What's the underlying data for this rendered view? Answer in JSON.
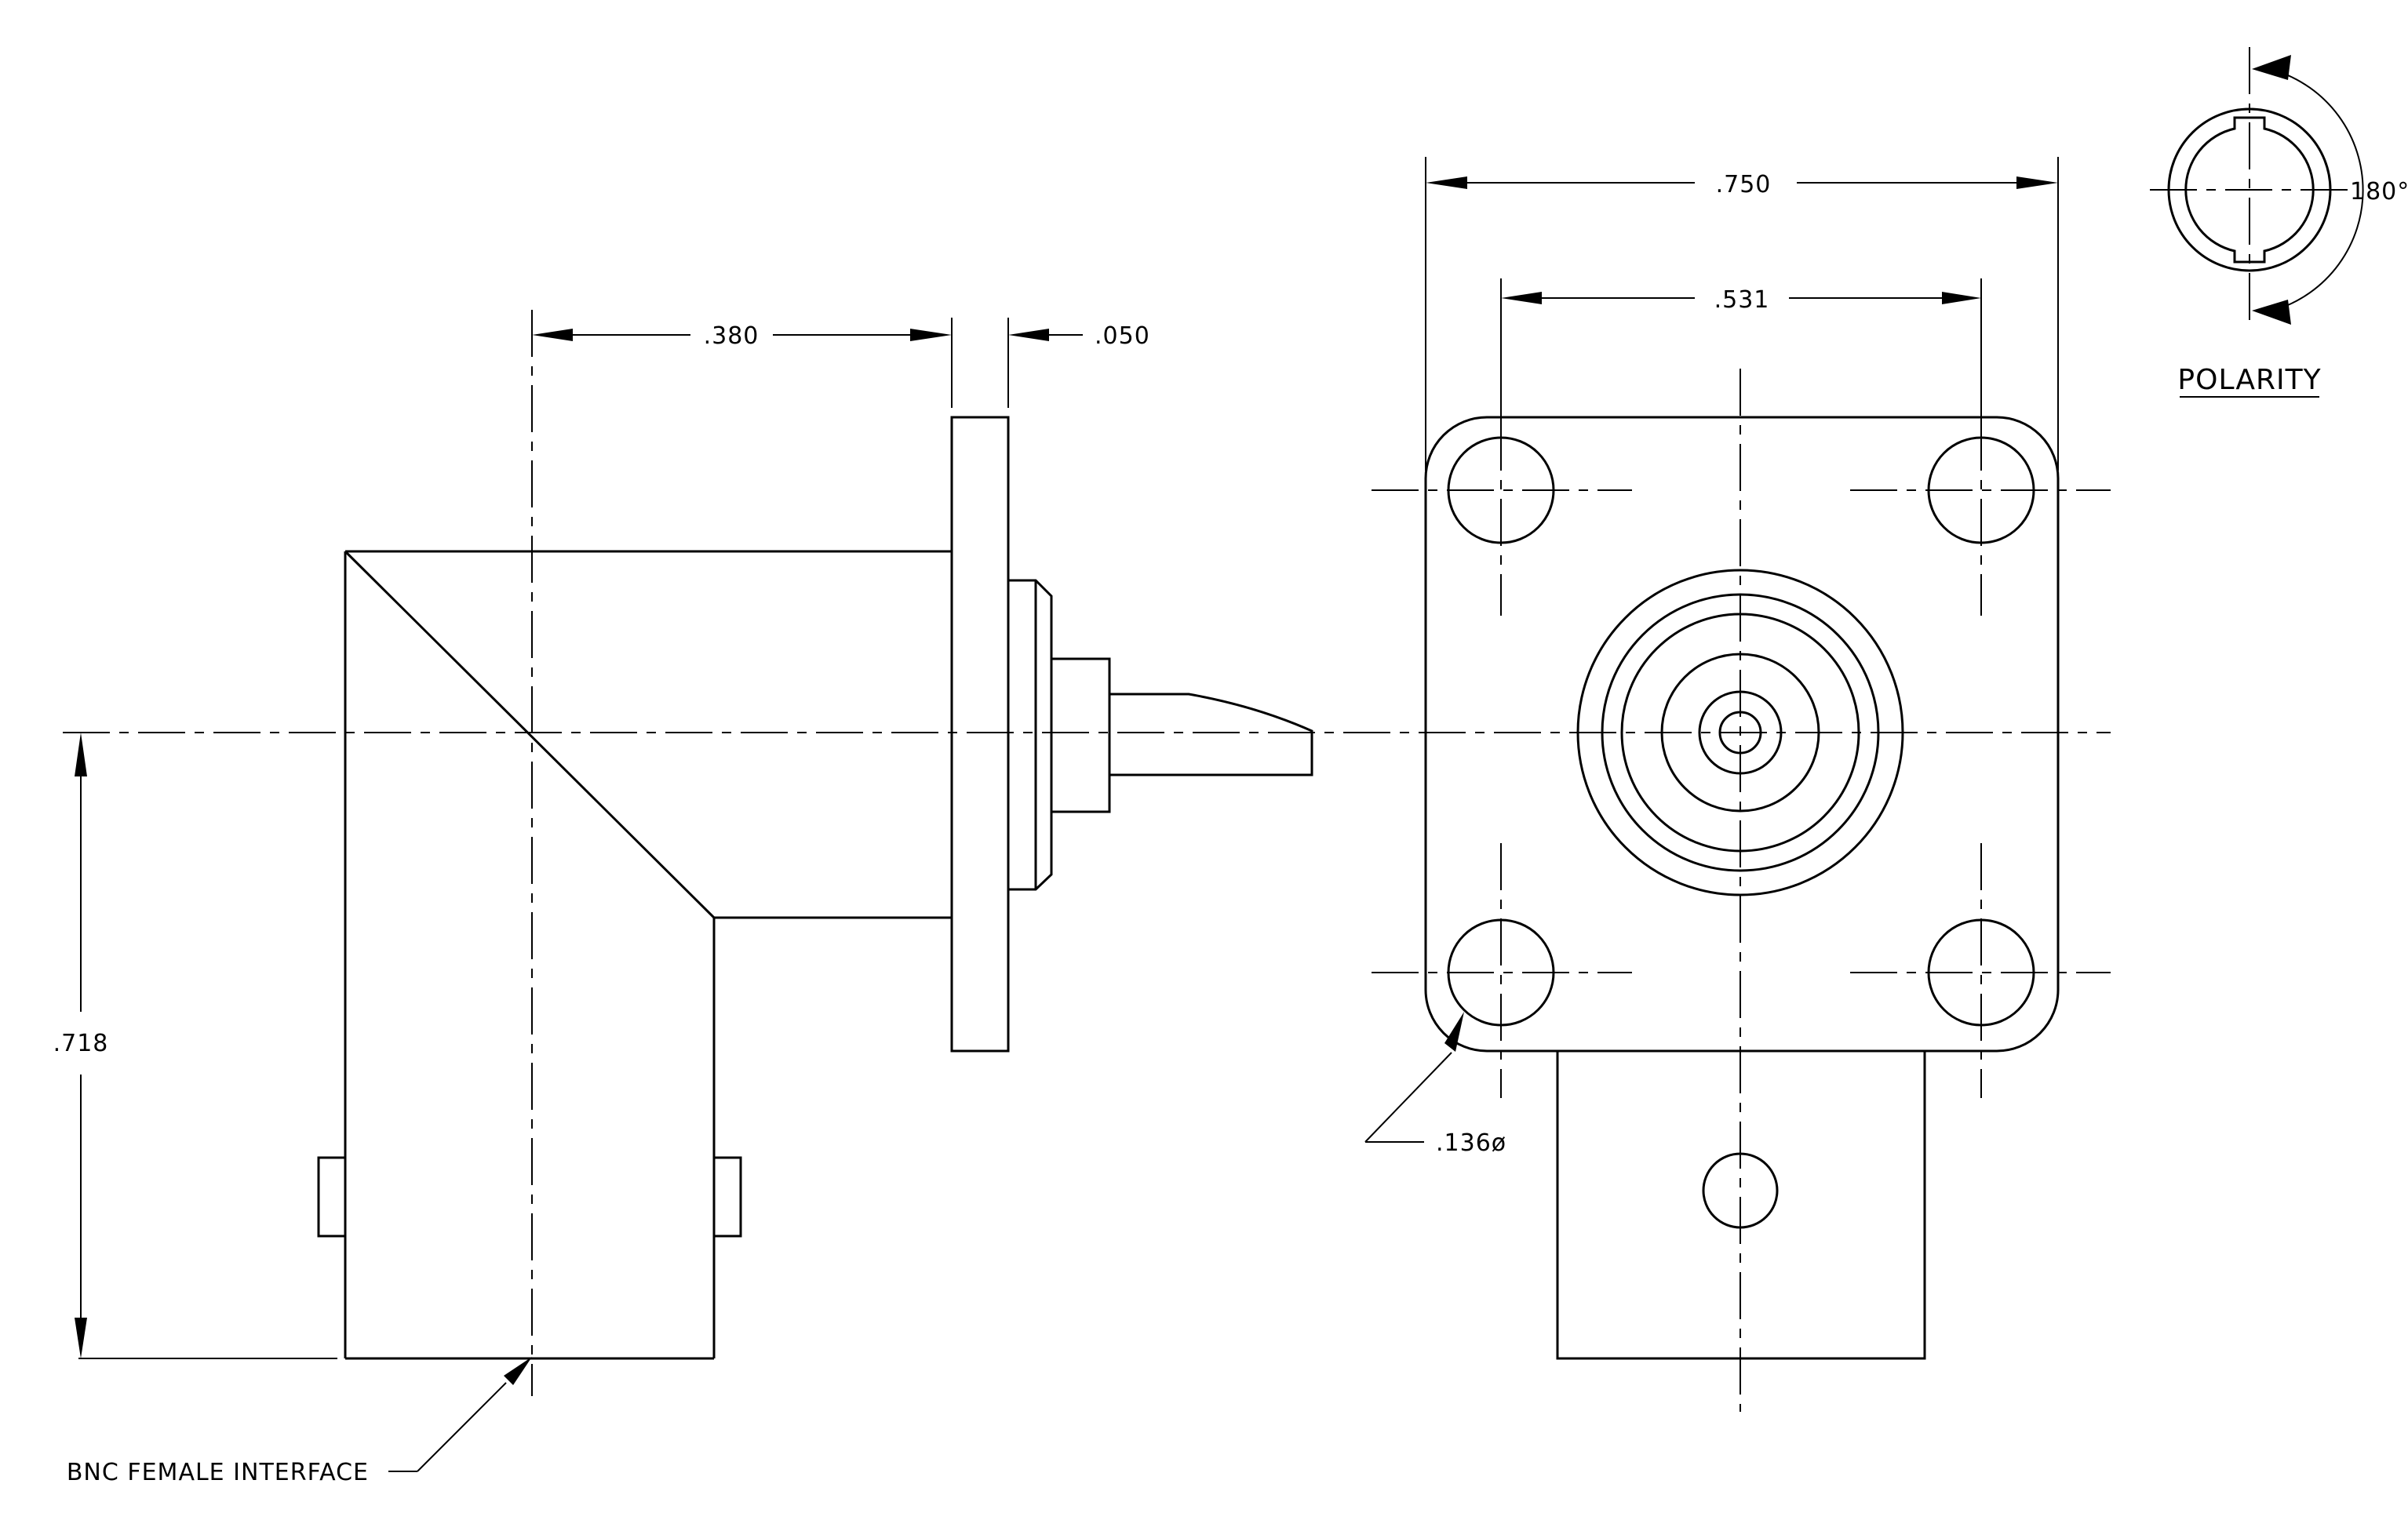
{
  "dimensions": {
    "flange_offset": ".380",
    "flange_thickness": ".050",
    "overall_width": ".750",
    "hole_spacing": ".531",
    "height_to_centerline": ".718",
    "hole_diameter": ".136ø"
  },
  "callouts": {
    "interface": "BNC FEMALE INTERFACE"
  },
  "polarity": {
    "title": "POLARITY",
    "angle": "180°"
  }
}
